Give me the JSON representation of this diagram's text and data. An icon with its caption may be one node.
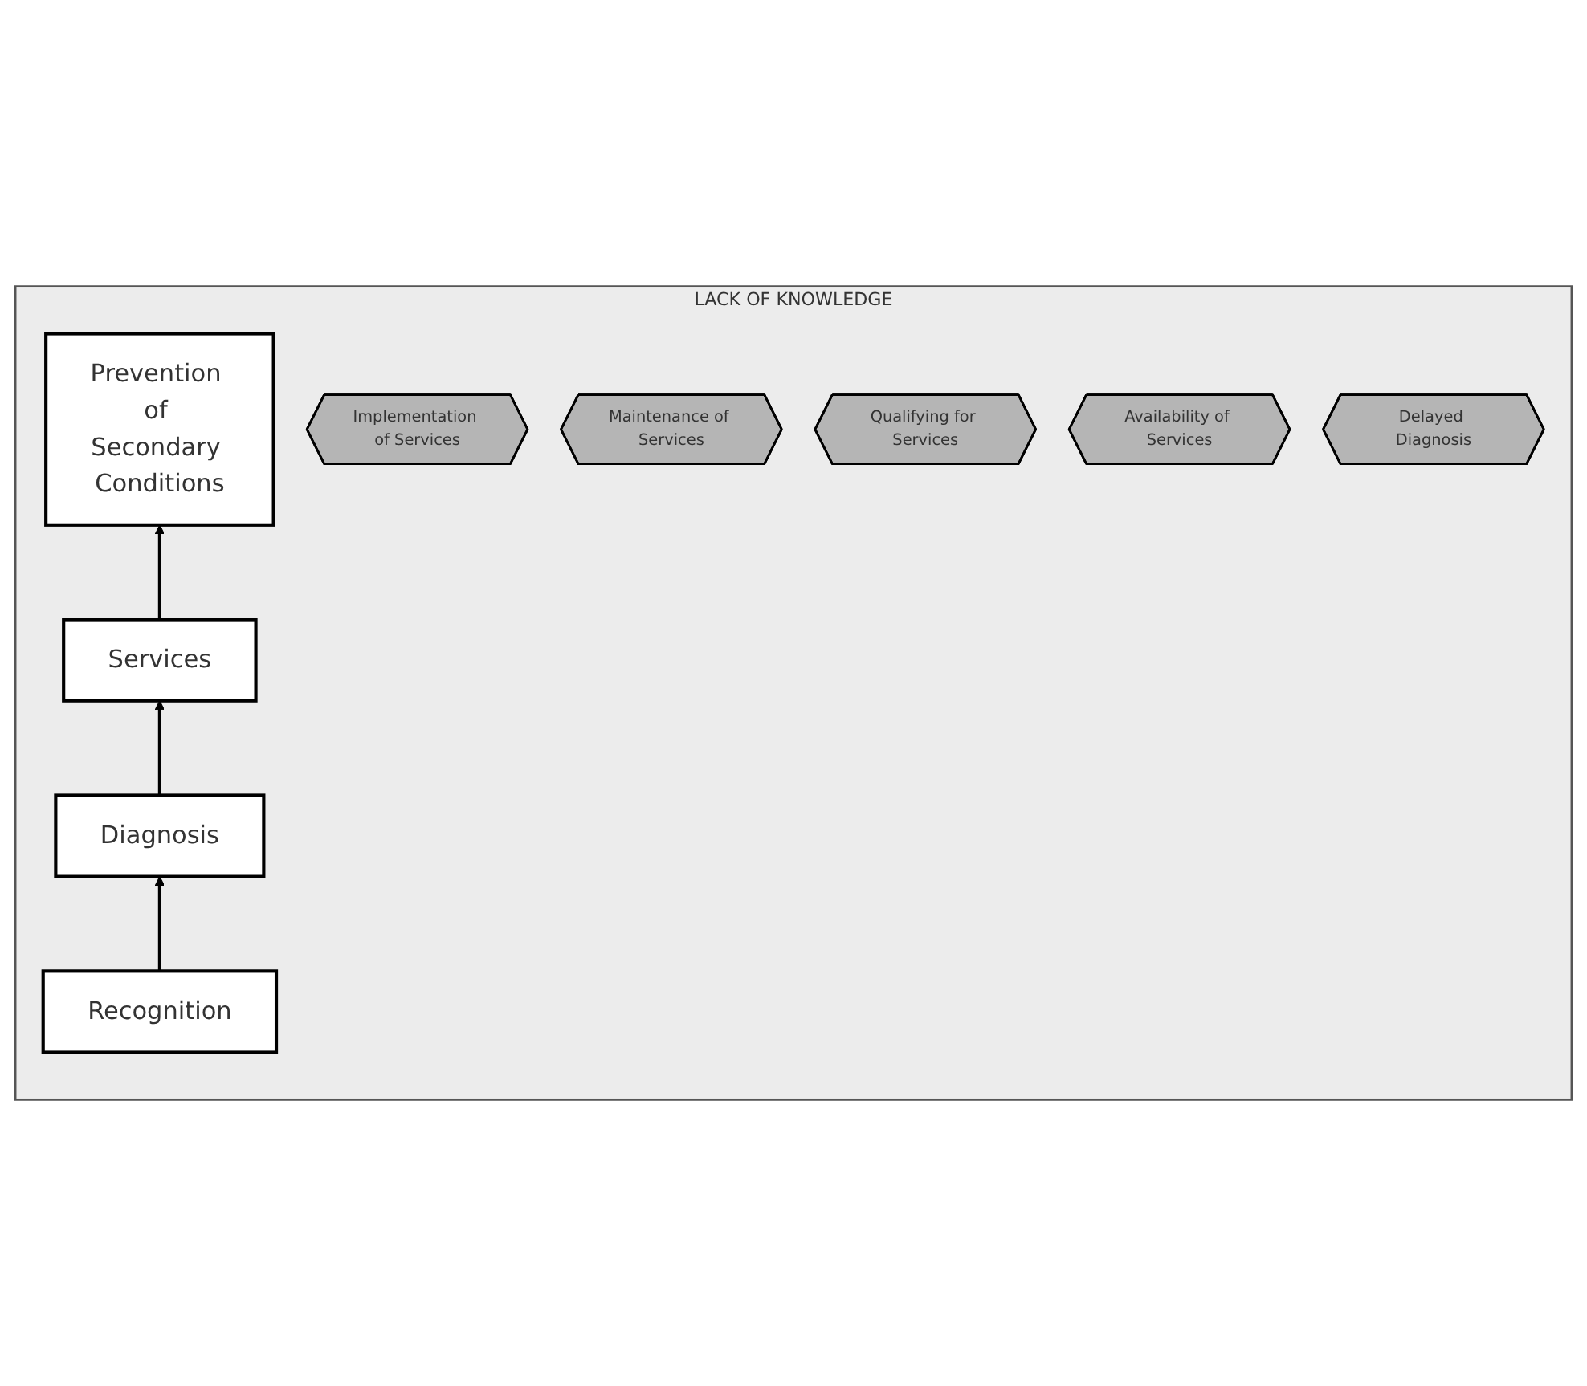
{
  "diagram": {
    "nodes": [
      {
        "text": [
          "LACK OF KNOWLEDGE"
        ]
      },
      {
        "text": [
          "Prevention of Secondary Conditions"
        ],
        "in": 0
      },
      {
        "text": [
          "Implementation of Services"
        ],
        "in": 0
      },
      {
        "text": [
          "Maintenance of Services"
        ],
        "in": 0
      },
      {
        "text": [
          "Services"
        ],
        "in": 0
      },
      {
        "text": [
          "Qualifying for Services"
        ],
        "in": 0
      },
      {
        "text": [
          "Availability of Services"
        ],
        "in": 0
      },
      {
        "text": [
          "Diagnosis"
        ],
        "in": 0
      },
      {
        "text": [
          "Delayed Diagnosis"
        ],
        "in": 0
      },
      {
        "text": [
          "Recognition"
        ],
        "in": 0
      }
    ],
    "edges": [
      {
        "from": 9,
        "to": 7,
        "arrow": "to"
      },
      {
        "from": 7,
        "to": 4,
        "arrow": "to"
      },
      {
        "from": 4,
        "to": 1,
        "arrow": "to"
      }
    ]
  }
}
